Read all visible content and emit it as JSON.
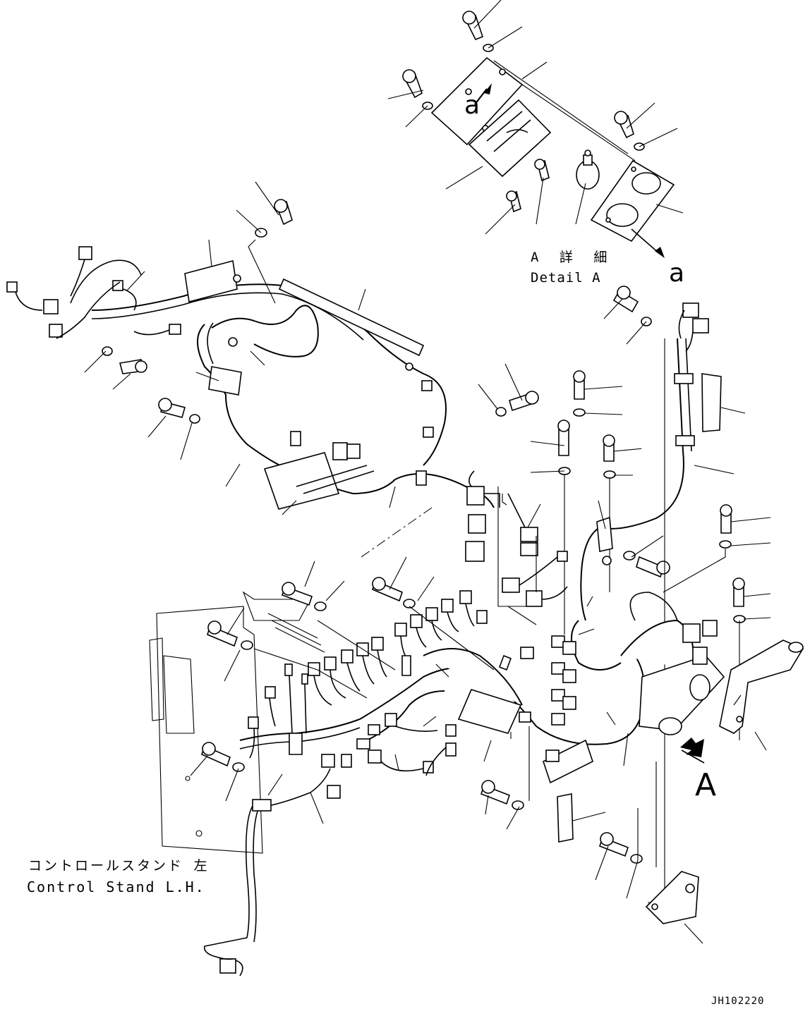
{
  "detail": {
    "title_ja": "A 詳 細",
    "title_en": "Detail A"
  },
  "stand": {
    "label_ja": "コントロールスタンド 左",
    "label_en": "Control Stand L.H."
  },
  "markers": {
    "view": "A",
    "ref_top": "a",
    "ref_right": "a"
  },
  "drawing_code": "JH102220"
}
